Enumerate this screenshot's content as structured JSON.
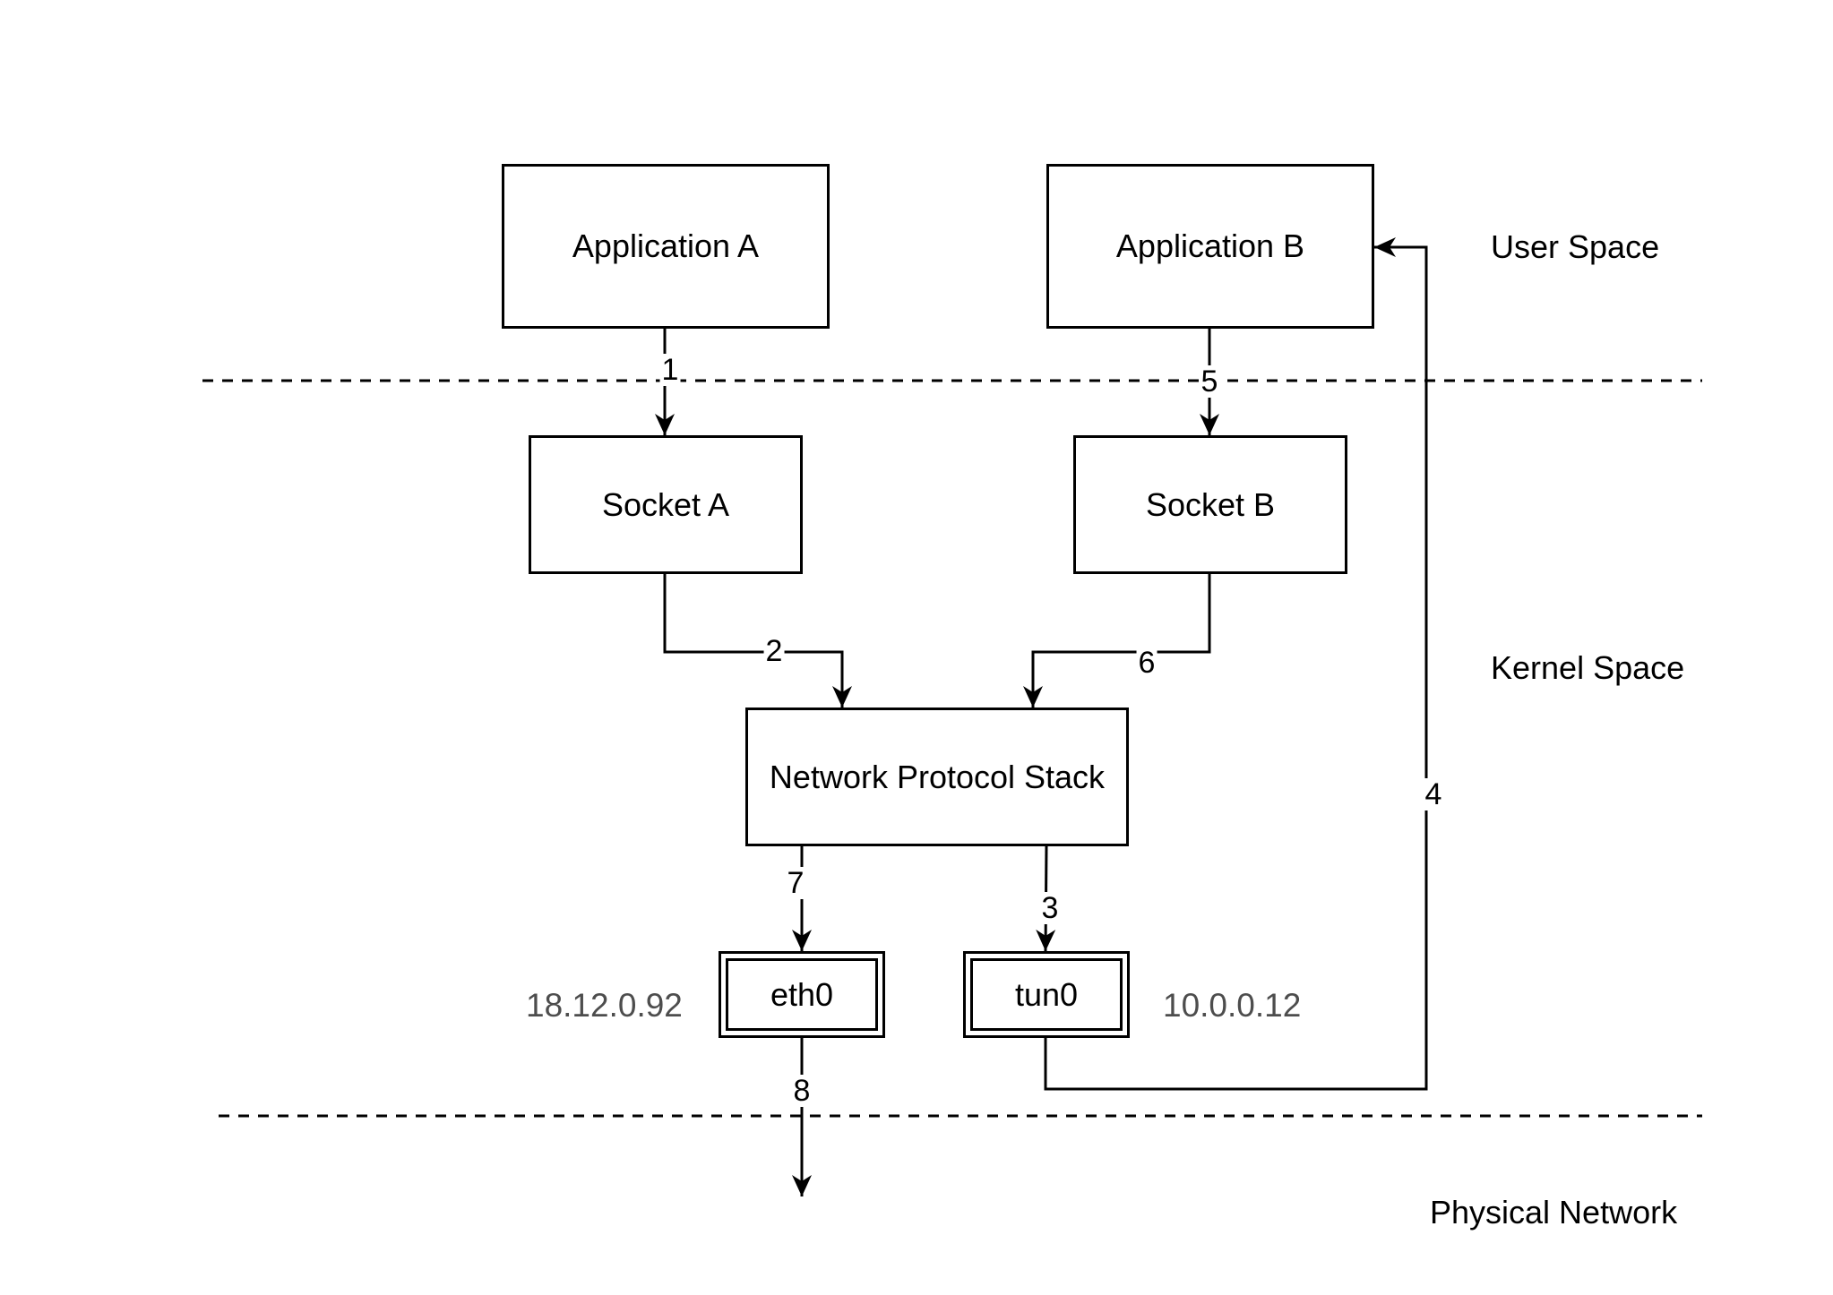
{
  "nodes": {
    "app_a": "Application A",
    "app_b": "Application B",
    "socket_a": "Socket A",
    "socket_b": "Socket B",
    "stack": "Network Protocol Stack",
    "eth0": "eth0",
    "tun0": "tun0"
  },
  "addresses": {
    "eth0": "18.12.0.92",
    "tun0": "10.0.0.12"
  },
  "zones": {
    "user": "User Space",
    "kernel": "Kernel Space",
    "physical": "Physical Network"
  },
  "edges": [
    {
      "from": "Application A",
      "to": "Socket A",
      "label": "1"
    },
    {
      "from": "Socket A",
      "to": "Network Protocol Stack",
      "label": "2"
    },
    {
      "from": "Network Protocol Stack",
      "to": "tun0",
      "label": "3"
    },
    {
      "from": "tun0",
      "to": "Application B",
      "label": "4"
    },
    {
      "from": "Application B",
      "to": "Socket B",
      "label": "5"
    },
    {
      "from": "Socket B",
      "to": "Network Protocol Stack",
      "label": "6"
    },
    {
      "from": "Network Protocol Stack",
      "to": "eth0",
      "label": "7"
    },
    {
      "from": "eth0",
      "to": "Physical Network",
      "label": "8"
    }
  ],
  "colors": {
    "line": "#000000",
    "address_text": "#4d4d4d",
    "background": "#ffffff"
  }
}
